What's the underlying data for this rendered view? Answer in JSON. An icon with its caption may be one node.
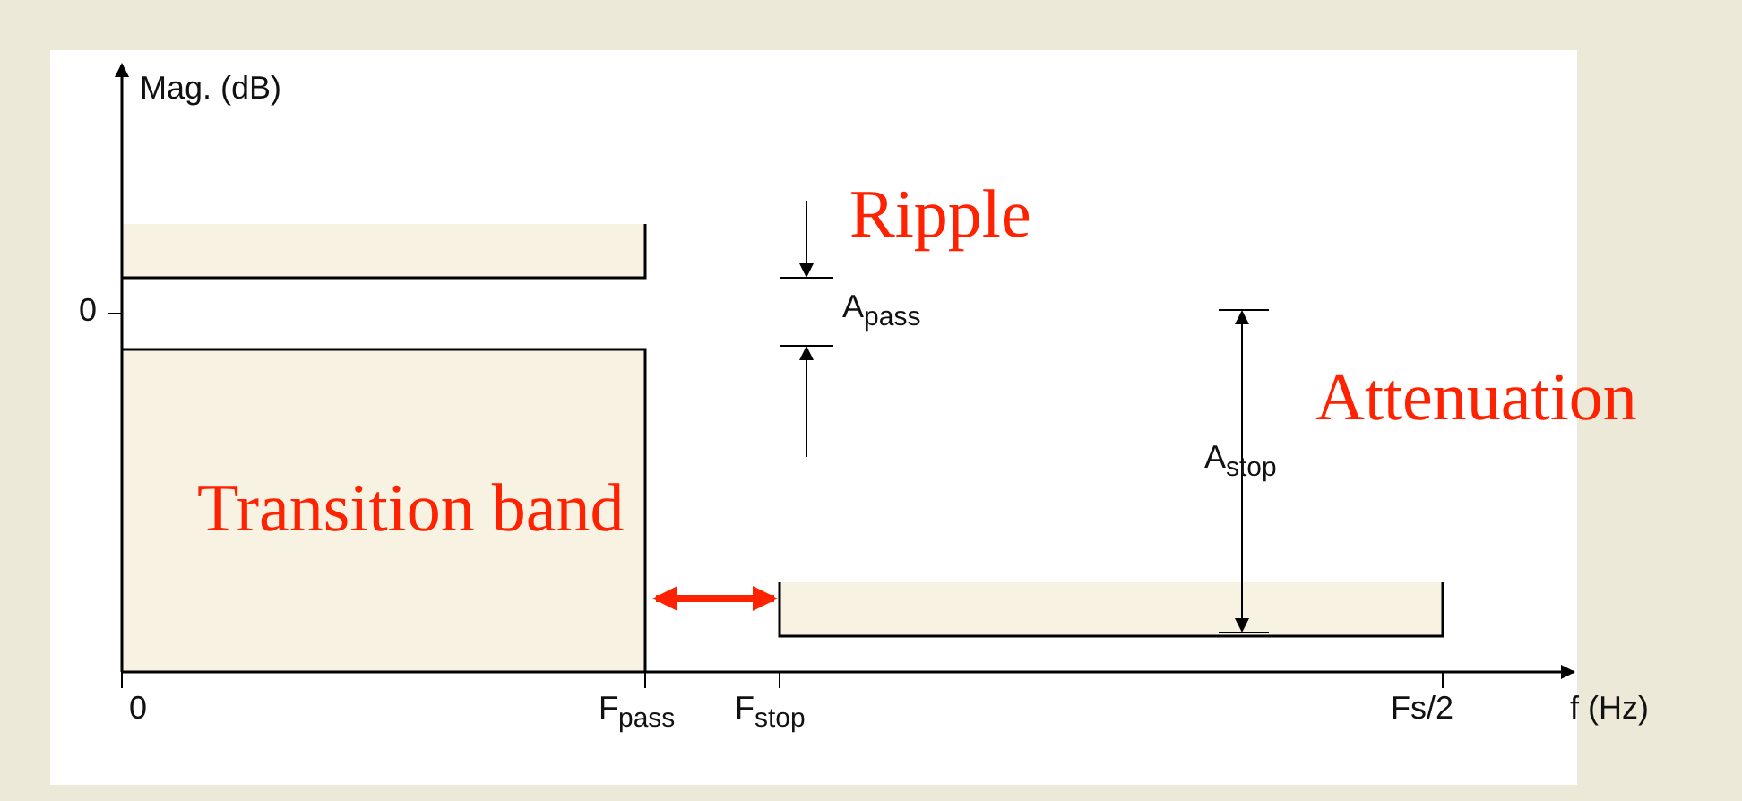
{
  "diagram": {
    "labels": [
      "Mag. (dB)",
      "0",
      "Ripple",
      "A$_{pass}$",
      "Attenuation",
      "A$_{stop}$",
      "Transition band",
      "0",
      "F$_{pass}$",
      "F$_{stop}$",
      "Fs/2",
      "f (Hz)"
    ]
  }
}
